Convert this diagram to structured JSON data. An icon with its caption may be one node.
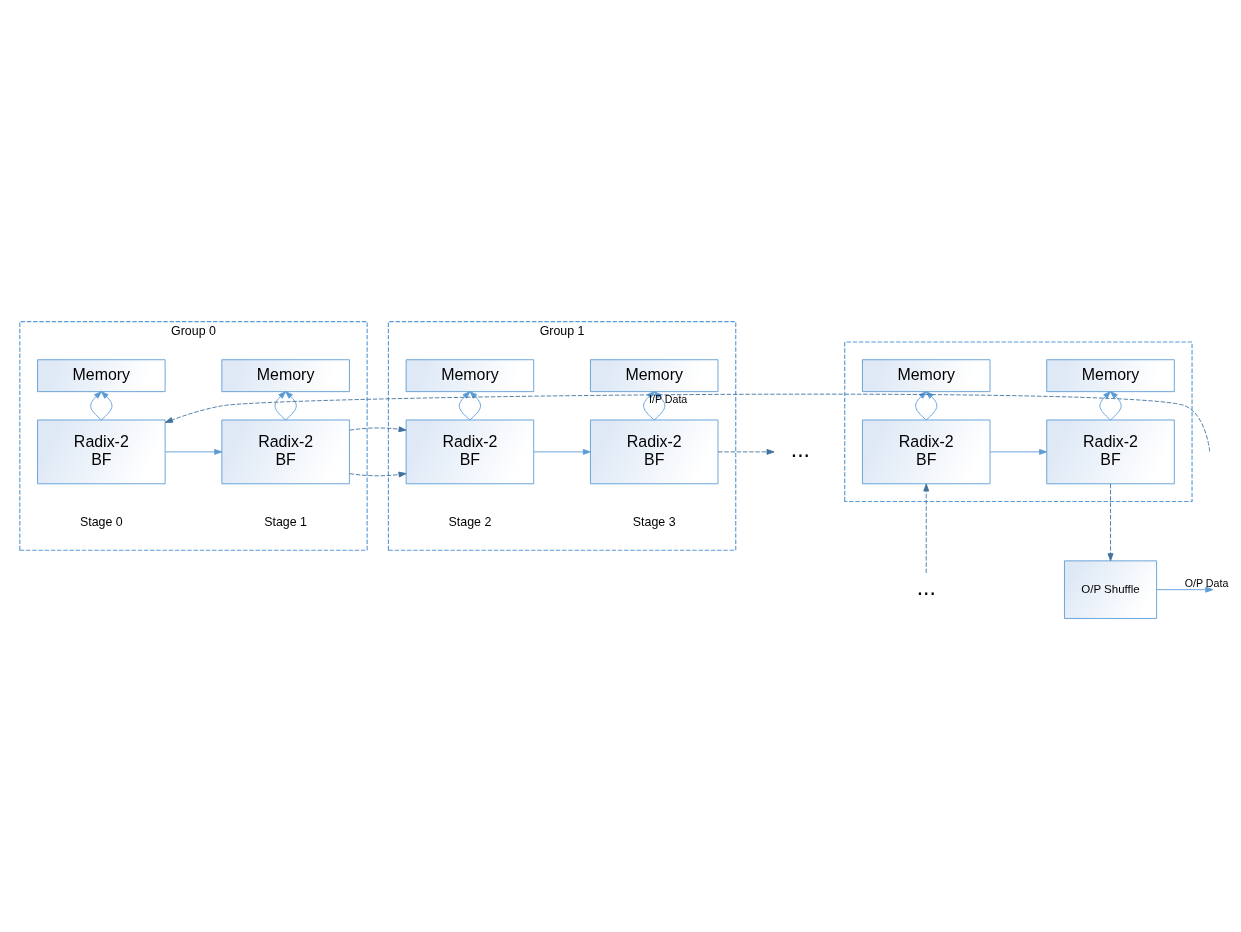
{
  "diagram": {
    "nodes": [
      {
        "text": [
          "Group 0"
        ]
      },
      {
        "text": [
          "Memory"
        ],
        "in": 0
      },
      {
        "text": [
          "Radix-2 BF"
        ],
        "in": 0,
        "beside": [
          "Stage 0"
        ]
      },
      {
        "text": [
          "Memory"
        ],
        "in": 0
      },
      {
        "text": [
          "Radix-2 BF"
        ],
        "in": 0,
        "beside": [
          "Stage 1"
        ]
      },
      {
        "text": [
          "Group 1"
        ]
      },
      {
        "text": [
          "Memory"
        ],
        "in": 5
      },
      {
        "text": [
          "Radix-2 BF"
        ],
        "in": 5,
        "beside": [
          "Stage 2"
        ]
      },
      {
        "text": [
          "Memory"
        ],
        "in": 5
      },
      {
        "text": [
          "Radix-2 BF"
        ],
        "in": 5,
        "beside": [
          "Stage 3"
        ]
      },
      {
        "text": [
          "..."
        ]
      },
      {
        "text": [],
        "shape": "box"
      },
      {
        "text": [
          "Memory"
        ],
        "in": 11
      },
      {
        "text": [
          "Radix-2 BF"
        ],
        "in": 11
      },
      {
        "text": [
          "Memory"
        ],
        "in": 11
      },
      {
        "text": [
          "Radix-2 BF"
        ],
        "in": 11
      },
      {
        "text": [
          "..."
        ]
      },
      {
        "text": [
          "O/P Shuffle"
        ]
      }
    ],
    "edges": [
      {
        "from": null,
        "to": 2,
        "arrow": "to",
        "label": "I/P Data",
        "style": "dashed",
        "color": "#41719c"
      },
      {
        "from": 2,
        "to": 1,
        "arrow": "to"
      },
      {
        "from": 2,
        "to": 1,
        "arrow": "to"
      },
      {
        "from": 2,
        "to": 4,
        "arrow": "to"
      },
      {
        "from": 4,
        "to": 3,
        "arrow": "to"
      },
      {
        "from": 4,
        "to": 3,
        "arrow": "to"
      },
      {
        "from": 4,
        "to": 7,
        "arrow": "to",
        "style": "dashed",
        "color": "#41719c"
      },
      {
        "from": 7,
        "to": 6,
        "arrow": "to"
      },
      {
        "from": 7,
        "to": 6,
        "arrow": "to"
      },
      {
        "from": 7,
        "to": 9,
        "arrow": "to"
      },
      {
        "from": 9,
        "to": 8,
        "arrow": "to"
      },
      {
        "from": 9,
        "to": 8,
        "arrow": "to"
      },
      {
        "from": 9,
        "to": 10,
        "arrow": "to",
        "style": "dashed",
        "color": "#41719c"
      },
      {
        "from": 16,
        "to": 13,
        "arrow": "to",
        "style": "dashed",
        "color": "#41719c"
      },
      {
        "from": 13,
        "to": 12,
        "arrow": "to"
      },
      {
        "from": 13,
        "to": 12,
        "arrow": "to"
      },
      {
        "from": 13,
        "to": 15,
        "arrow": "to"
      },
      {
        "from": 15,
        "to": 14,
        "arrow": "to"
      },
      {
        "from": 15,
        "to": 14,
        "arrow": "to"
      },
      {
        "from": 15,
        "to": 17,
        "arrow": "to",
        "style": "dashed",
        "color": "#41719c"
      },
      {
        "from": 17,
        "to": null,
        "arrow": "to",
        "label": "O/P Data"
      }
    ]
  }
}
